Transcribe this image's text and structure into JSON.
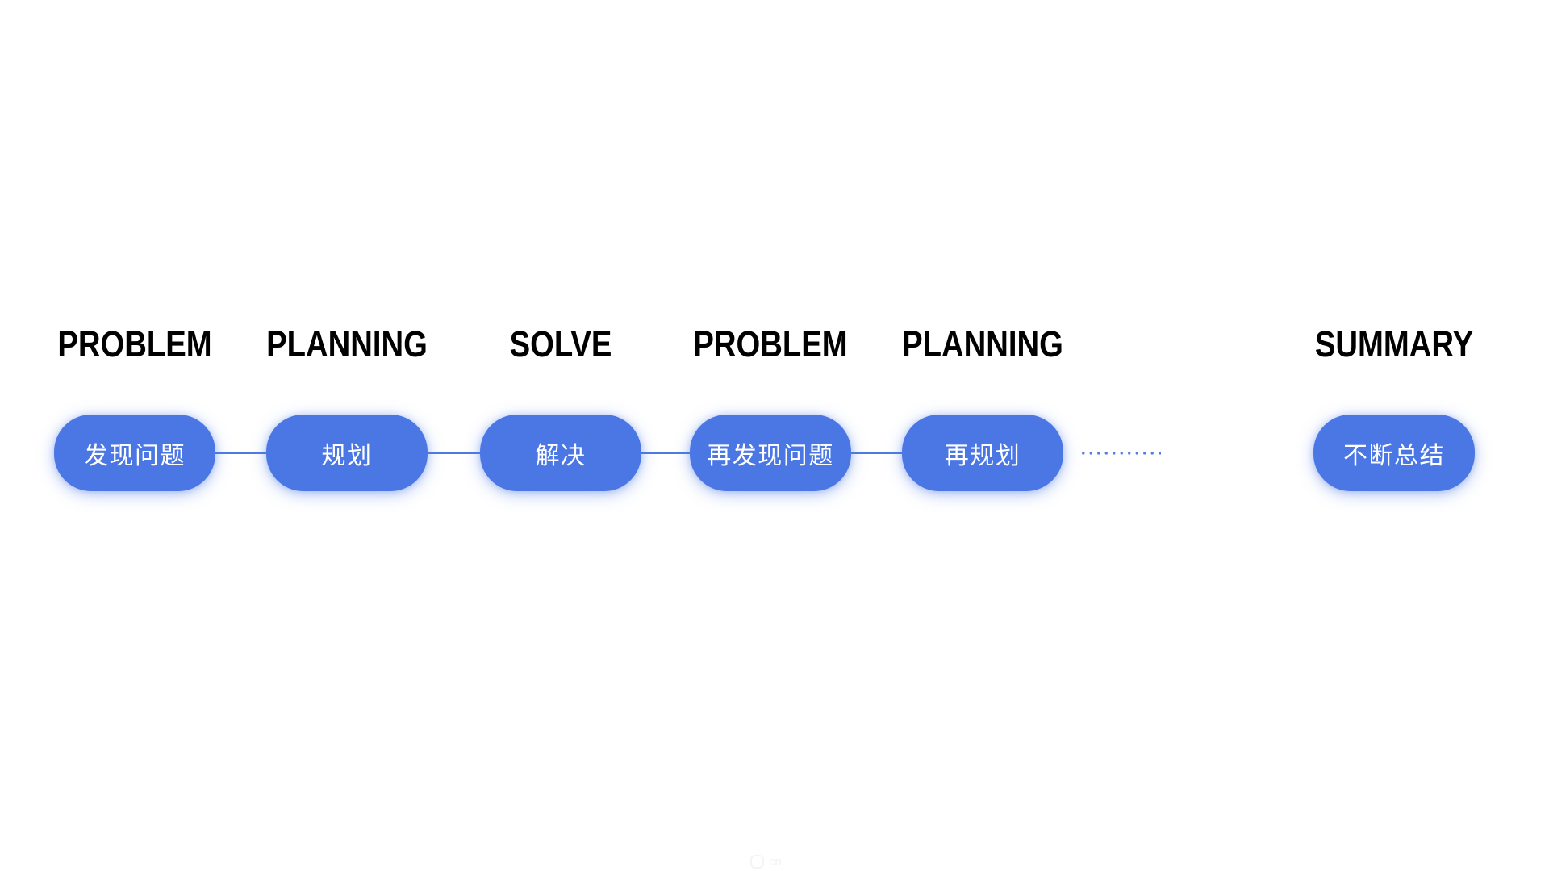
{
  "slide": {
    "background": "#ffffff",
    "type": "flow-diagram"
  },
  "colors": {
    "pill_fill": "#4b77e5",
    "pill_text": "#ffffff",
    "connector": "#4d7ae2",
    "dotted_connector": "#4b7ce8",
    "label_text": "#000000"
  },
  "flow": {
    "stages": [
      {
        "label": "PROBLEM",
        "pill_text": "发现问题"
      },
      {
        "label": "PLANNING",
        "pill_text": "规划"
      },
      {
        "label": "SOLVE",
        "pill_text": "解决"
      },
      {
        "label": "PROBLEM",
        "pill_text": "再发现问题"
      },
      {
        "label": "PLANNING",
        "pill_text": "再规划"
      },
      {
        "label": "SUMMARY",
        "pill_text": "不断总结"
      }
    ]
  },
  "watermark": {
    "text": "cn"
  }
}
